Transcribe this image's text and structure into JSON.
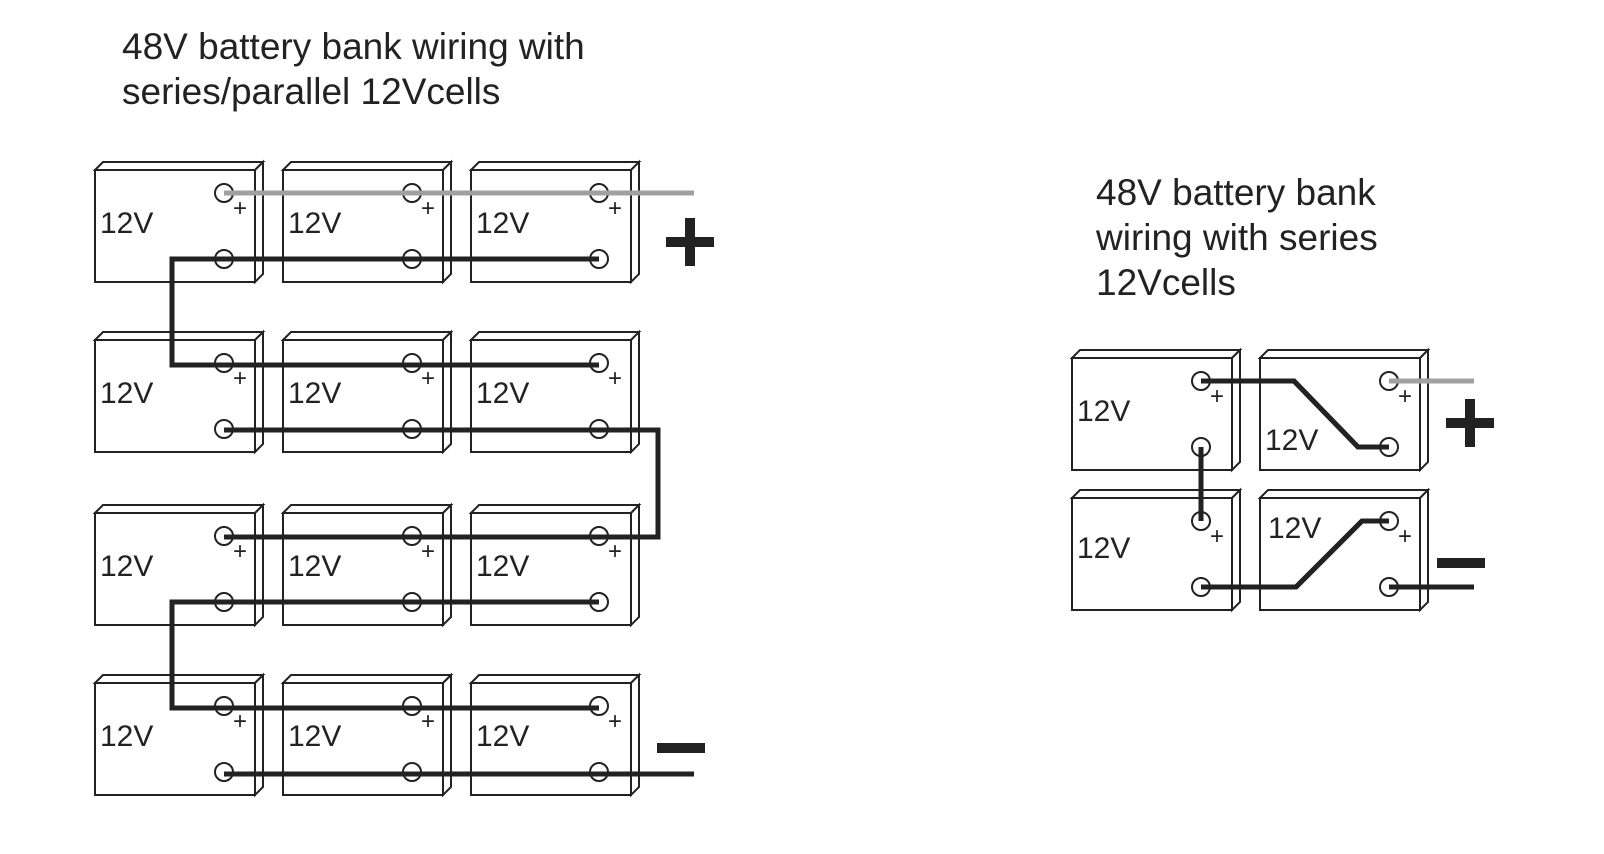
{
  "diagrams": [
    {
      "id": "series-parallel",
      "title": "48V battery bank wiring with\nseries/parallel 12Vcells",
      "rows": 4,
      "cols": 3,
      "cell_label": "12V",
      "terminal_plus_label": "+",
      "output_positive_label": "+",
      "output_negative_label": "−",
      "positive_lead_color": "#a0a0a0",
      "wire_color": "#222222"
    },
    {
      "id": "series",
      "title": "48V battery bank\nwiring with series\n12Vcells",
      "rows": 2,
      "cols": 2,
      "cell_label": "12V",
      "terminal_plus_label": "+",
      "output_positive_label": "+",
      "output_negative_label": "−",
      "positive_lead_color": "#a0a0a0",
      "wire_color": "#222222"
    }
  ]
}
